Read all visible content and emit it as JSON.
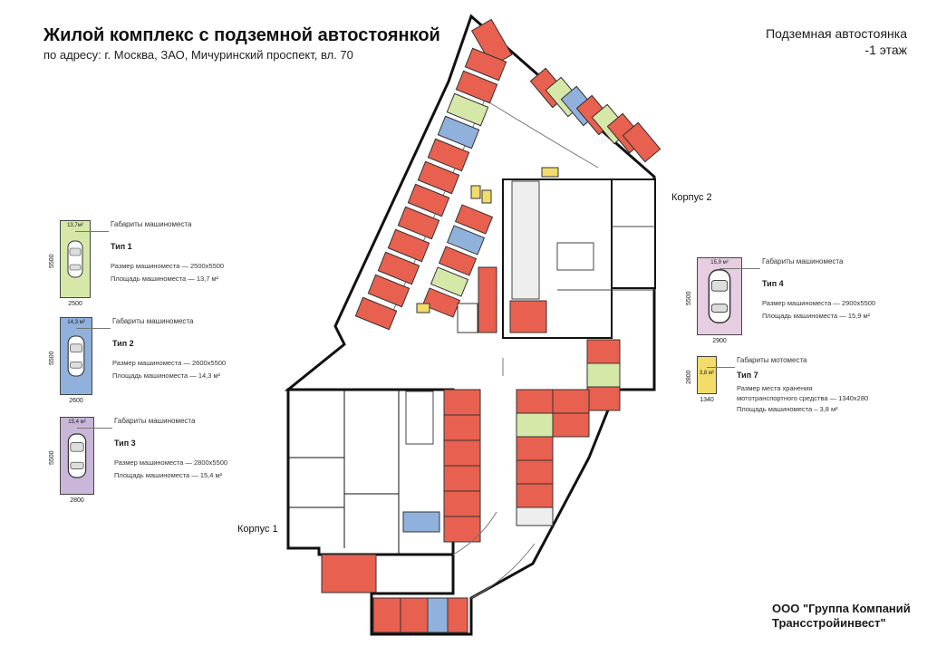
{
  "header": {
    "title": "Жилой комплекс с подземной автостоянкой",
    "subtitle": "по адресу: г. Москва, ЗАО, Мичуринский проспект, вл. 70",
    "level_line1": "Подземная автостоянка",
    "level_line2": "-1 этаж"
  },
  "company": {
    "line1": "ООО \"Группа Компаний",
    "line2": "Трансстройинвест\""
  },
  "buildings": {
    "korpus1": "Корпус 1",
    "korpus2": "Корпус 2"
  },
  "legend": [
    {
      "type_label": "Тип 1",
      "heading": "Габариты машиноместа",
      "area_label": "13,7м²",
      "width_dim": "2500",
      "length_dim": "5500",
      "size_line": "Размер машиноместа — 2500x5500",
      "area_line": "Площадь машиноместа — 13,7 м²",
      "color": "#d6e8a8"
    },
    {
      "type_label": "Тип 2",
      "heading": "Габариты машиноместа",
      "area_label": "14,3 м²",
      "width_dim": "2600",
      "length_dim": "5500",
      "size_line": "Размер машиноместа — 2600x5500",
      "area_line": "Площадь машиноместа — 14,3 м²",
      "color": "#8fb1dc"
    },
    {
      "type_label": "Тип 3",
      "heading": "Габариты машиноместа",
      "area_label": "15,4 м²",
      "width_dim": "2800",
      "length_dim": "5500",
      "size_line": "Размер машиноместа — 2800x5500",
      "area_line": "Площадь машиноместа — 15,4 м²",
      "color": "#c9b6d8"
    },
    {
      "type_label": "Тип 4",
      "heading": "Габариты машиноместа",
      "area_label": "15,9 м²",
      "width_dim": "2900",
      "length_dim": "5500",
      "size_line": "Размер машиноместа — 2900x5500",
      "area_line": "Площадь машиноместа — 15,9 м²",
      "color": "#e6cde0"
    },
    {
      "type_label": "Тип 7",
      "heading": "Габариты мотоместа",
      "area_label": "3,8 м²",
      "width_dim": "1340",
      "length_dim": "2800",
      "size_line": "Размер места хранения",
      "size_line2": "мототранспортного средства — 1340x280",
      "area_line": "Площадь машиноместа – 3,8 м²",
      "color": "#f2dc6a"
    }
  ],
  "colors": {
    "red_spot": "#e8604f",
    "orange_spot": "#f08a5d",
    "green_spot": "#d6e8a8",
    "blue_spot": "#8fb1dc",
    "yellow_spot": "#f2dc6a",
    "wall": "#111111",
    "ramp": "#eeeeee"
  }
}
